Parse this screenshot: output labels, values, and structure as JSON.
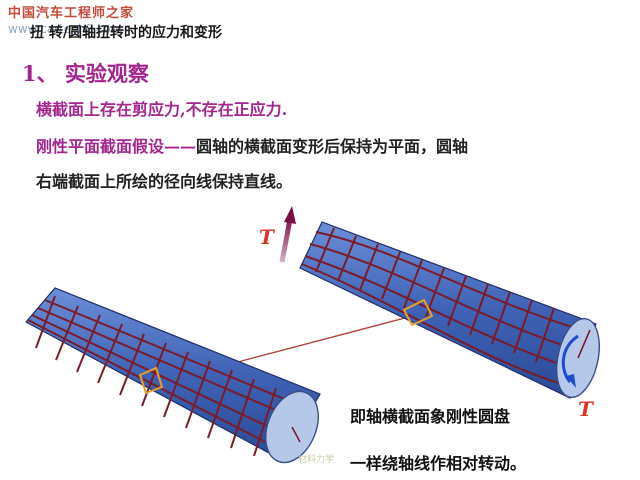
{
  "watermark": {
    "title": "中国汽车工程师之家",
    "url": "www.cartech8.com"
  },
  "slide": {
    "title": "扭  转/圆轴扭转时的应力和变形"
  },
  "section": {
    "heading": "1、 实验观察"
  },
  "body": {
    "line1": "横截面上存在剪应力,不存在正应力.",
    "line2_highlight": "刚性平面截面假设——",
    "line2_rest": "圆轴的横截面变形后保持为平面，圆轴",
    "line3": "右端截面上所绘的径向线保持直线。"
  },
  "figure": {
    "torque_top": "T",
    "torque_bottom": "T",
    "colors": {
      "cylinder_fill": "#3f62b5",
      "grid_line": "#7a1c2a",
      "end_face": "#b6c8ea",
      "element_box": "#e8a02a",
      "arrow_top": "#7a0f44",
      "arrow_end": "#1f4ad0"
    }
  },
  "caption": {
    "line1": "即轴横截面象刚性圆盘",
    "line2": "一样绕轴线作相对转动。"
  },
  "footer": {
    "mark": "材料力学"
  }
}
